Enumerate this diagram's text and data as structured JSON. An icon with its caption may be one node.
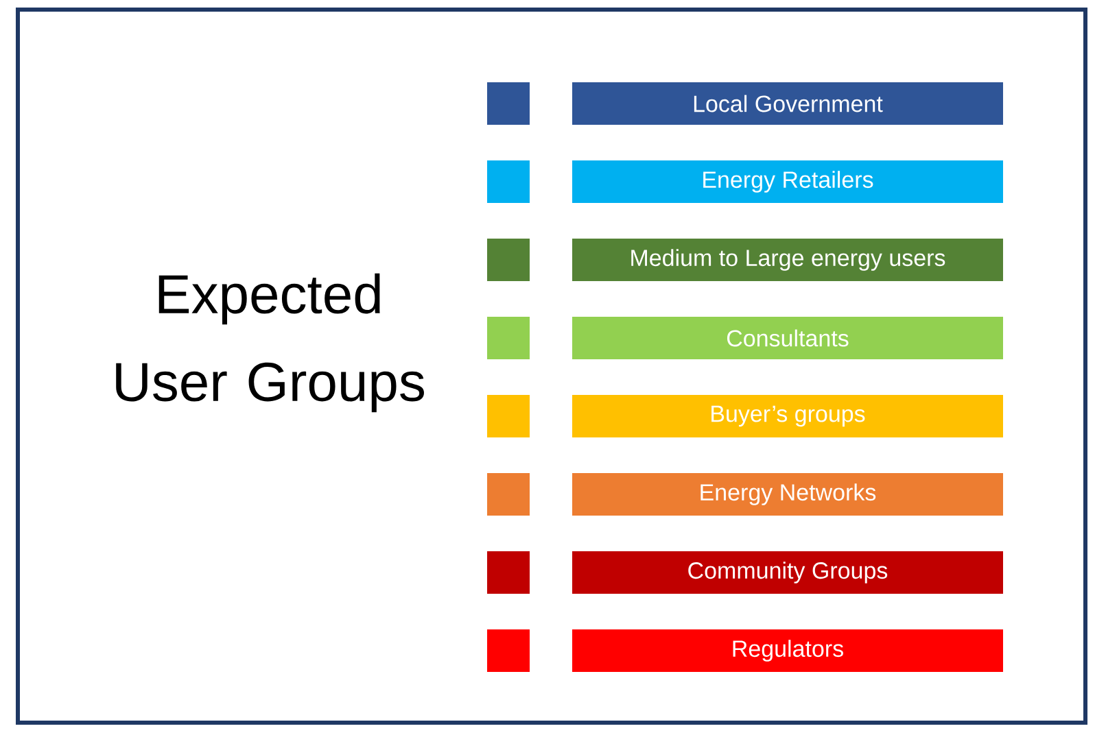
{
  "diagram": {
    "title": "Expected User Groups",
    "legend": [
      {
        "text": "Local Government",
        "color": "#2f5597"
      },
      {
        "text": "Energy Retailers",
        "color": "#00b0f0"
      },
      {
        "text": "Medium to Large energy users",
        "color": "#548235"
      },
      {
        "text": "Consultants",
        "color": "#92d050"
      },
      {
        "text": "Buyer’s groups",
        "color": "#ffc000"
      },
      {
        "text": "Energy Networks",
        "color": "#ed7d31"
      },
      {
        "text": "Community Groups",
        "color": "#c00000"
      },
      {
        "text": "Regulators",
        "color": "#ff0000"
      }
    ]
  }
}
